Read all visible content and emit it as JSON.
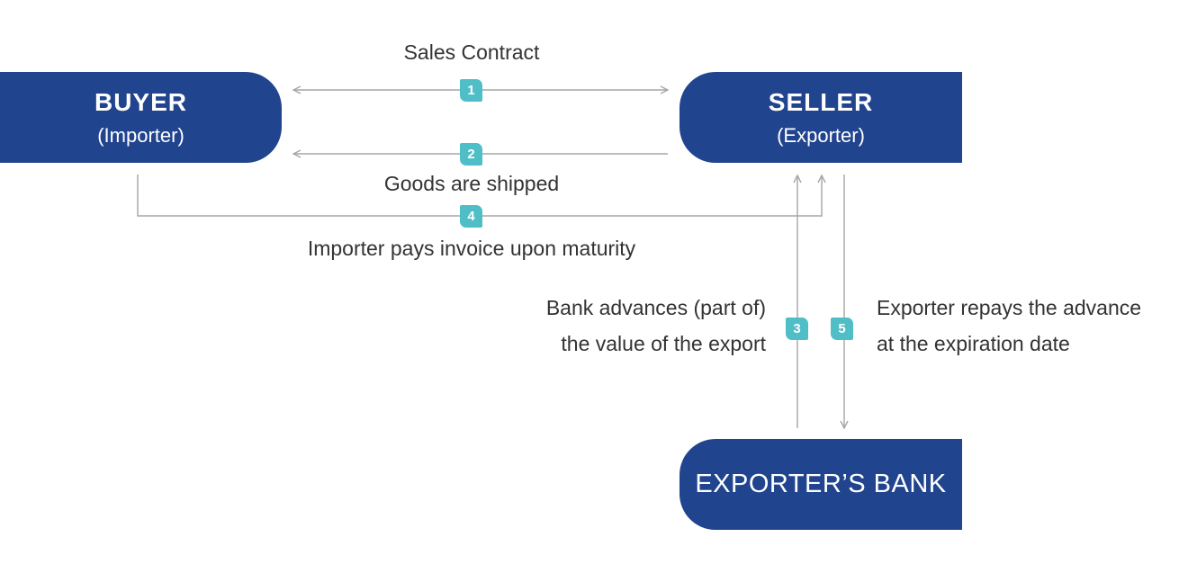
{
  "nodes": {
    "buyer": {
      "title": "BUYER",
      "subtitle": "(Importer)"
    },
    "seller": {
      "title": "SELLER",
      "subtitle": "(Exporter)"
    },
    "bank": {
      "title": "EXPORTER’S BANK"
    }
  },
  "steps": [
    {
      "number": "1",
      "label_lines": [
        "Sales Contract"
      ]
    },
    {
      "number": "2",
      "label_lines": [
        "Goods are shipped"
      ]
    },
    {
      "number": "3",
      "label_lines": [
        "Bank advances (part of)",
        "the value of the export"
      ]
    },
    {
      "number": "4",
      "label_lines": [
        "Importer pays invoice upon maturity"
      ]
    },
    {
      "number": "5",
      "label_lines": [
        "Exporter repays the advance",
        "at the expiration date"
      ]
    }
  ],
  "colors": {
    "box": "#21448f",
    "badge": "#4fbec6",
    "line": "#a6a6a6",
    "text": "#333333"
  }
}
